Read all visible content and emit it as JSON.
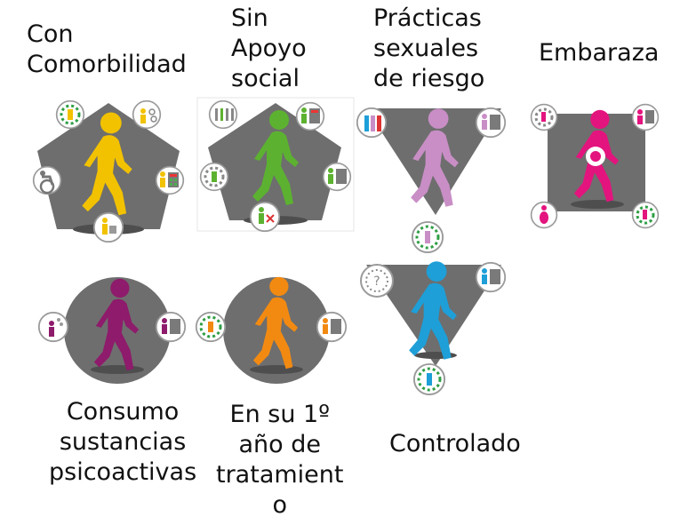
{
  "profiles": [
    {
      "id": "comorbilidad",
      "label": "Con\nComorbilidad",
      "color": "#f2c200",
      "shape": "pentagon"
    },
    {
      "id": "sin-apoyo",
      "label": "Sin\nApoyo\nsocial",
      "color": "#5cb230",
      "shape": "pentagon"
    },
    {
      "id": "practicas",
      "label": "Prácticas\nsexuales\nde riesgo",
      "color": "#c98ec6",
      "shape": "triangle"
    },
    {
      "id": "embarazada",
      "label": "Embaraza",
      "color": "#e3147e",
      "shape": "square"
    },
    {
      "id": "consumo",
      "label": "Consumo\nsustancias\npsicoactivas",
      "color": "#8e1b6b",
      "shape": "circle"
    },
    {
      "id": "primer-anio",
      "label": "En su 1º\naño de\ntratamient\no",
      "color": "#f28a12",
      "shape": "circle"
    },
    {
      "id": "controlado",
      "label": "Controlado",
      "color": "#1e9fd8",
      "shape": "triangle"
    }
  ],
  "colors": {
    "shape_gray": "#6e6e6e",
    "badge_border": "#9a9a9a",
    "pill_green": "#2f9e44",
    "calc_gray": "#7a7a7a",
    "calc_green": "#4bb04b"
  }
}
